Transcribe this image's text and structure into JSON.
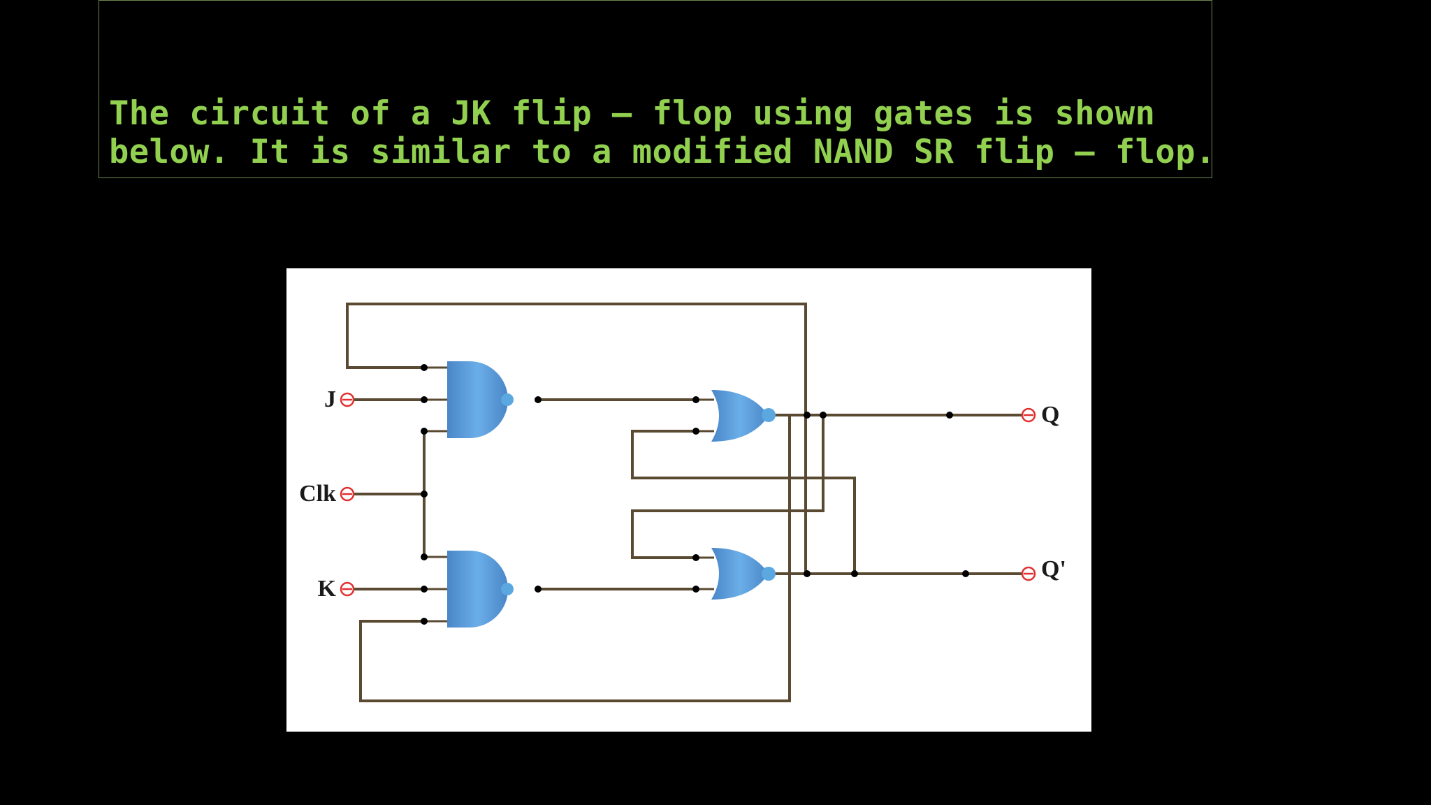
{
  "slide": {
    "description_line1": "The circuit of a JK flip – flop using gates is shown",
    "description_line2": "below. It is similar to a modified NAND SR flip – flop."
  },
  "diagram": {
    "labels": {
      "j": "J",
      "clk": "Clk",
      "k": "K",
      "q": "Q",
      "q_bar": "Q'"
    },
    "colors": {
      "text": "#92d050",
      "border": "#6f8a4e",
      "wire": "#5a4a32",
      "gate": "#5b9bd5",
      "terminal": "#e03030",
      "node": "#000000"
    }
  }
}
